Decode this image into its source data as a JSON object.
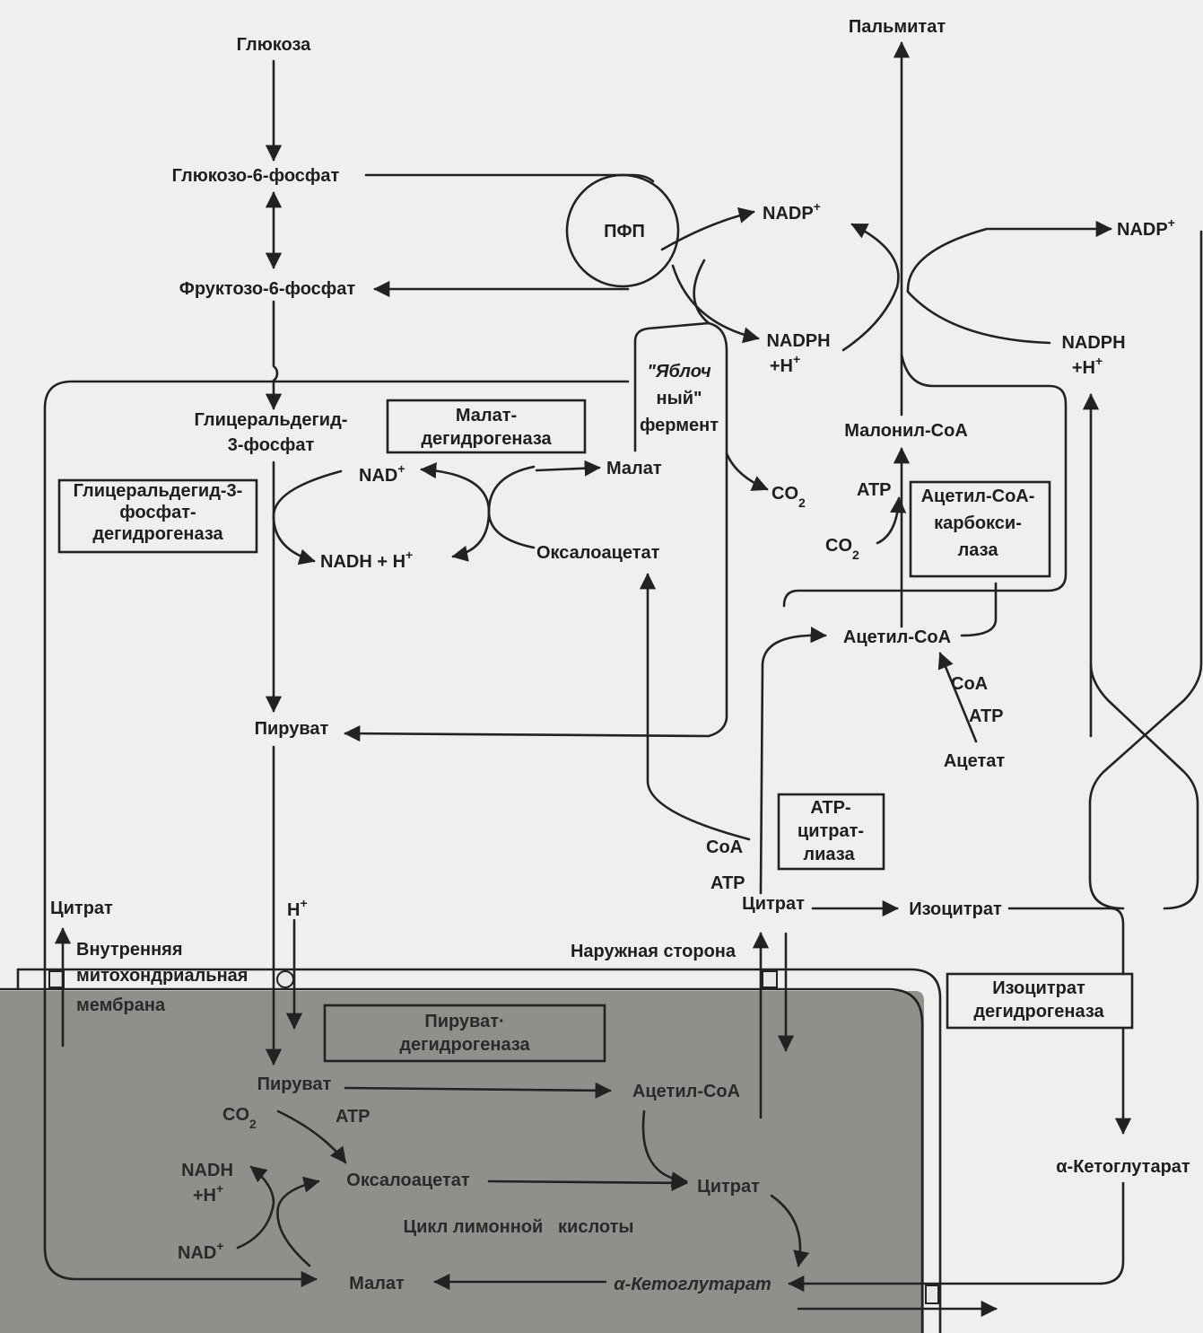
{
  "metabolites": {
    "glucose": "Глюкоза",
    "g6p": "Глюкозо-6-фосфат",
    "f6p": "Фруктозо-6-фосфат",
    "gap_line1": "Глицеральдегид-",
    "gap_line2": "3-фосфат",
    "pyruvate_cyto": "Пируват",
    "malate_cyto": "Малат",
    "oaa_cyto": "Оксалоацетат",
    "palmitate": "Пальмитат",
    "malonyl_coa": "Малонил-CoA",
    "acetyl_coa_cyto": "Ацетил-CoA",
    "acetate": "Ацетат",
    "citrate_cyto": "Цитрат",
    "isocitrate": "Изоцитрат",
    "akg_cyto": "α-Кетоглутарат",
    "citrate_transport": "Цитрат",
    "pyruvate_mito": "Пируват",
    "acetyl_coa_mito": "Ацетил-CoA",
    "oaa_mito": "Оксалоацетат",
    "citrate_mito": "Цитрат",
    "malate_mito": "Малат",
    "akg_mito": "α-Кетоглутарат"
  },
  "cofactors": {
    "nadp_top": "NADP",
    "nadp_right": "NADP",
    "nadph_mid_l1": "NADPH",
    "nadph_mid_l2": "+H",
    "nadph_right_l1": "NADPH",
    "nadph_right_l2": "+H",
    "nad_cyto": "NAD",
    "nadh_cyto": "NADH + H",
    "co2_malic": "CO",
    "co2_acc": "CO",
    "atp_acc": "ATP",
    "coa_acs": "CoA",
    "atp_acs": "ATP",
    "coa_acl": "CoA",
    "atp_acl": "ATP",
    "h_plus": "H",
    "co2_mito": "CO",
    "atp_mito": "ATP",
    "nadh_mito_l1": "NADH",
    "nadh_mito_l2": "+H",
    "nad_mito": "NAD",
    "sup_plus": "+",
    "sub_2": "2"
  },
  "enzymes": {
    "ppp": "ПФП",
    "gapdh": [
      "Глицеральдегид-3-",
      "фосфат-",
      "дегидрогеназа"
    ],
    "mdh": [
      "Малат-",
      "дегидрогеназа"
    ],
    "malic_enzyme": [
      "\"Яблоч",
      "ный\"",
      "фермент"
    ],
    "acc": [
      "Ацетил-CoA-",
      "карбокси-",
      "лаза"
    ],
    "acl": [
      "ATP-",
      "цитрат-",
      "лиаза"
    ],
    "idh": [
      "Изоцитрат",
      "дегидрогеназа"
    ],
    "pdh": [
      "Пируват·",
      "дегидрогеназа"
    ]
  },
  "labels": {
    "membrane": [
      "Внутренняя",
      "митохондриальная",
      "мембрана"
    ],
    "outer_side": "Наружная сторона",
    "tca_cycle": "Цикл лимонной   кислоты"
  },
  "colors": {
    "background": "#efefed",
    "matrix_fill": "#8f8f8c",
    "ink": "#1e1e1e"
  }
}
